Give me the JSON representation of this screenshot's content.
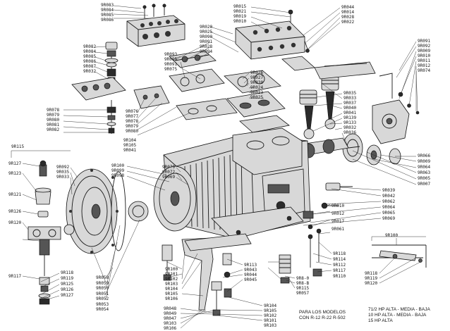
{
  "labels": {
    "cyl_head_left": [
      "9R083",
      "9R084",
      "9R085",
      "9R086"
    ],
    "valve_left": [
      "9R082",
      "9R084",
      "9R085",
      "9R086",
      "9R087",
      "9R032"
    ],
    "valve_plate_left": [
      "9R078",
      "9R079",
      "9R080",
      "9R081",
      "9R082"
    ],
    "crankcase_head_top": [
      "9R020",
      "9R025",
      "9R090",
      "9R091",
      "9R028",
      "9R094"
    ],
    "valve_center": [
      "9R093",
      "9R095",
      "9R091",
      "9R075"
    ],
    "plate_center": [
      "9R076",
      "9R077",
      "9R078",
      "9R079",
      "9R080"
    ],
    "head_right_top": [
      "9R015",
      "9R021",
      "9R019",
      "9R010"
    ],
    "head_far_right": [
      "9R044",
      "9R014",
      "9R028",
      "9R022"
    ],
    "gasket_center": [
      "9R026",
      "9R027",
      "9R030",
      "9R024",
      "9R023",
      "9R025"
    ],
    "piston_right": [
      "9R035",
      "9R033",
      "9R037",
      "9R040",
      "9R041",
      "9R139",
      "9R133",
      "9R032",
      "9R036"
    ],
    "pump_right": [
      "9R091",
      "9R092",
      "9R009",
      "9R010",
      "9R011",
      "9R012",
      "9R074"
    ],
    "oil_right": [
      "9R066",
      "9R009",
      "9R064",
      "9R063",
      "9R005",
      "9R007"
    ],
    "motor_top": [
      "9R100",
      "9R099",
      "9R098"
    ],
    "motor_left": [
      "9R092",
      "9R035",
      "9R033"
    ],
    "center_low": [
      "9R070",
      "9R072",
      "9R069"
    ],
    "center_mid": [
      "9R104",
      "9R105",
      "9R041"
    ],
    "left_column": [
      "9R115",
      "9R127",
      "9R123",
      "9R121",
      "9R126",
      "9R120",
      "9R117"
    ],
    "left_bottom": [
      "9R118",
      "9R119",
      "9R125",
      "9R126",
      "9R127"
    ],
    "bottom_left_motor": [
      "9R058",
      "9R059",
      "9R050",
      "9R051",
      "9R052",
      "9R053",
      "9R054"
    ],
    "bottom_center": [
      "9R100",
      "9R101",
      "9R102",
      "9R103",
      "9R104",
      "9R105",
      "9R106"
    ],
    "bottom_center_low": [
      "9R048",
      "9R049",
      "9R047",
      "9R103",
      "9R106"
    ],
    "bottom_mid": [
      "9R113",
      "9R043",
      "9R044",
      "9R045"
    ],
    "bottom_mid_low": [
      "9R104",
      "9R105",
      "9R102",
      "9R101",
      "9R103"
    ],
    "bottom_right_mid": [
      "9R118",
      "9R114",
      "9R112",
      "9R117",
      "9R110"
    ],
    "screws_right": [
      "9R8-0",
      "9R8-B",
      "9R115",
      "9R057"
    ],
    "right_block": [
      "9R039",
      "9R042",
      "9R062",
      "9R064",
      "9R065",
      "9R069"
    ],
    "right_side": [
      "9R010",
      "9R012",
      "9R017",
      "9R061"
    ],
    "corner_right": [
      "9R100"
    ],
    "service_valve": [
      "9R118",
      "9R119",
      "9R120"
    ]
  },
  "notes": {
    "models_line1": "PARA LOS MODELOS",
    "models_line2": "CON R-12  R-22  R-502",
    "hp_line1": "71/2 HP ALTA - MEDIA - BAJA",
    "hp_line2": "10  HP ALTA - MEDIA - BAJA",
    "hp_line3": "15  HP ALTA"
  }
}
